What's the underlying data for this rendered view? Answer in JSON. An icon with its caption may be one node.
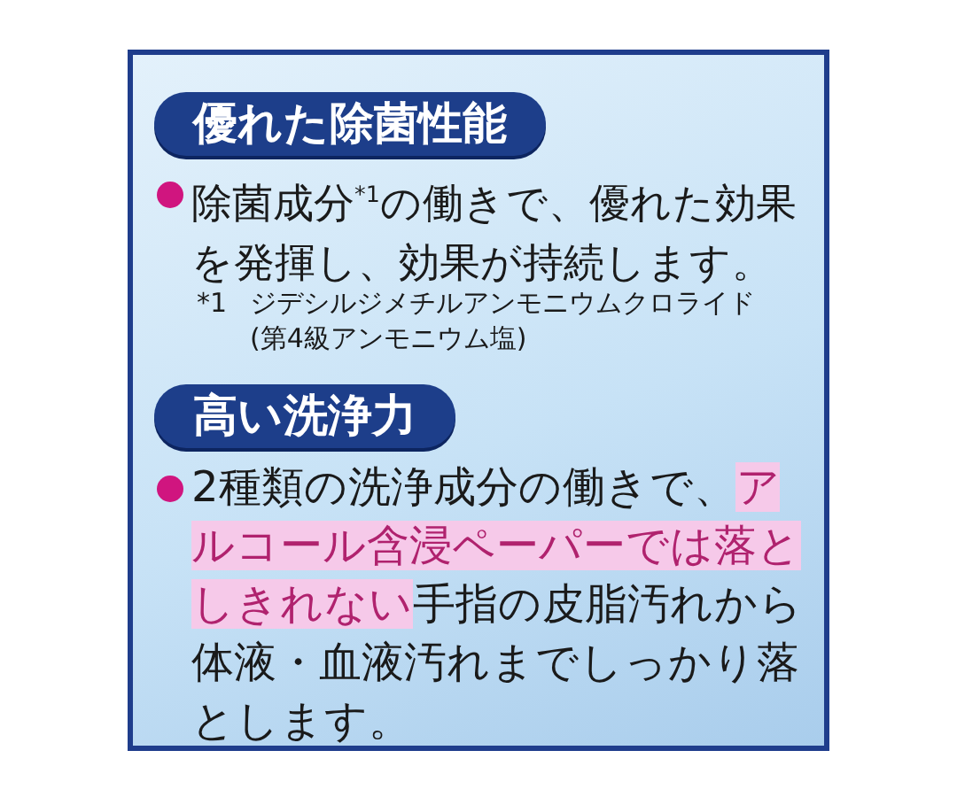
{
  "diagram": {
    "nodes": [
      {
        "text": [
          "優れた除菌性能"
        ]
      },
      {
        "text": [
          "高い洗浄力"
        ]
      }
    ],
    "labels": [
      "除菌成分$^{*1}$の働きで、優れた効果を発揮し、効果が持続します。",
      "*1",
      "ジデシルジメチルアンモニウムクロライド(第4級アンモニウム塩)",
      "2種類の洗浄成分の働きで、**アルコール含浸ペーパーでは落としきれない**手指の皮脂汚れから体液・血液汚れまでしっかり落とします。"
    ]
  }
}
